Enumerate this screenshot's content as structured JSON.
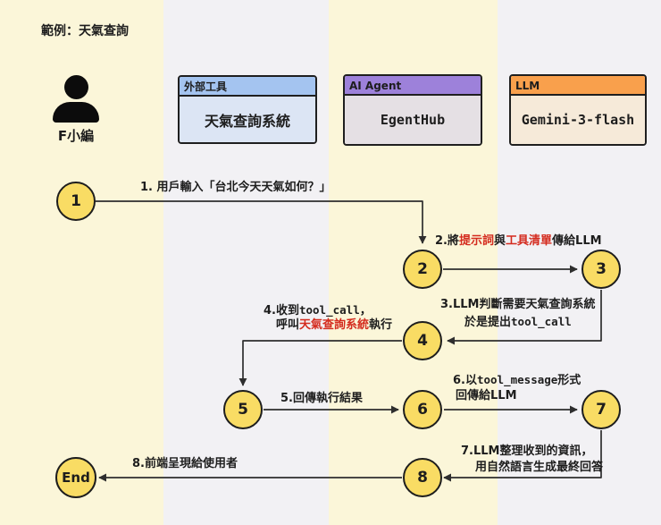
{
  "title": "範例：天氣查詢",
  "user": {
    "name": "F小編"
  },
  "actors": [
    {
      "role": "外部工具",
      "name": "天氣查詢系統"
    },
    {
      "role": "AI Agent",
      "name": "EgentHub"
    },
    {
      "role": "LLM",
      "name": "Gemini-3-flash"
    }
  ],
  "nodes": {
    "n1": "1",
    "n2": "2",
    "n3": "3",
    "n4": "4",
    "n5": "5",
    "n6": "6",
    "n7": "7",
    "n8": "8",
    "end": "End"
  },
  "steps": {
    "s1": {
      "text": "1. 用戶輸入「台北今天天氣如何？」"
    },
    "s2": {
      "p1": "2.將",
      "red1": "提示詞",
      "p2": "與",
      "red2": "工具清單",
      "p3": "傳給LLM"
    },
    "s3": {
      "line1": "3.LLM判斷需要天氣查詢系統",
      "line2_pre": "於是提出",
      "line2_code": "tool_call"
    },
    "s4": {
      "l1_pre": "4.收到",
      "l1_code": "tool_call",
      "l1_post": "，",
      "l2_pre": "呼叫",
      "l2_red": "天氣查詢系統",
      "l2_post": "執行"
    },
    "s5": {
      "text": "5.回傳執行結果"
    },
    "s6": {
      "l1_pre": "6.以",
      "l1_code": "tool_message",
      "l1_post": "形式",
      "line2": "回傳給LLM"
    },
    "s7": {
      "line1": "7.LLM整理收到的資訊，",
      "line2": "用自然語言生成最終回答"
    },
    "s8": {
      "text": "8.前端呈現給使用者"
    }
  },
  "colors": {
    "lane_yellow": "#fbf6d9",
    "lane_gray": "#f2f1f4",
    "node_fill": "#f9dc64",
    "node_border": "#1d1d1d",
    "arrow": "#2e2e2e",
    "text": "#1d1d1d",
    "red": "#d42b1e",
    "tool_header": "#a4c4f0",
    "tool_body": "#dce5f4",
    "agent_header": "#9d81da",
    "agent_body": "#e5e0e4",
    "llm_header": "#f9a04c",
    "llm_body": "#f6ead9"
  }
}
